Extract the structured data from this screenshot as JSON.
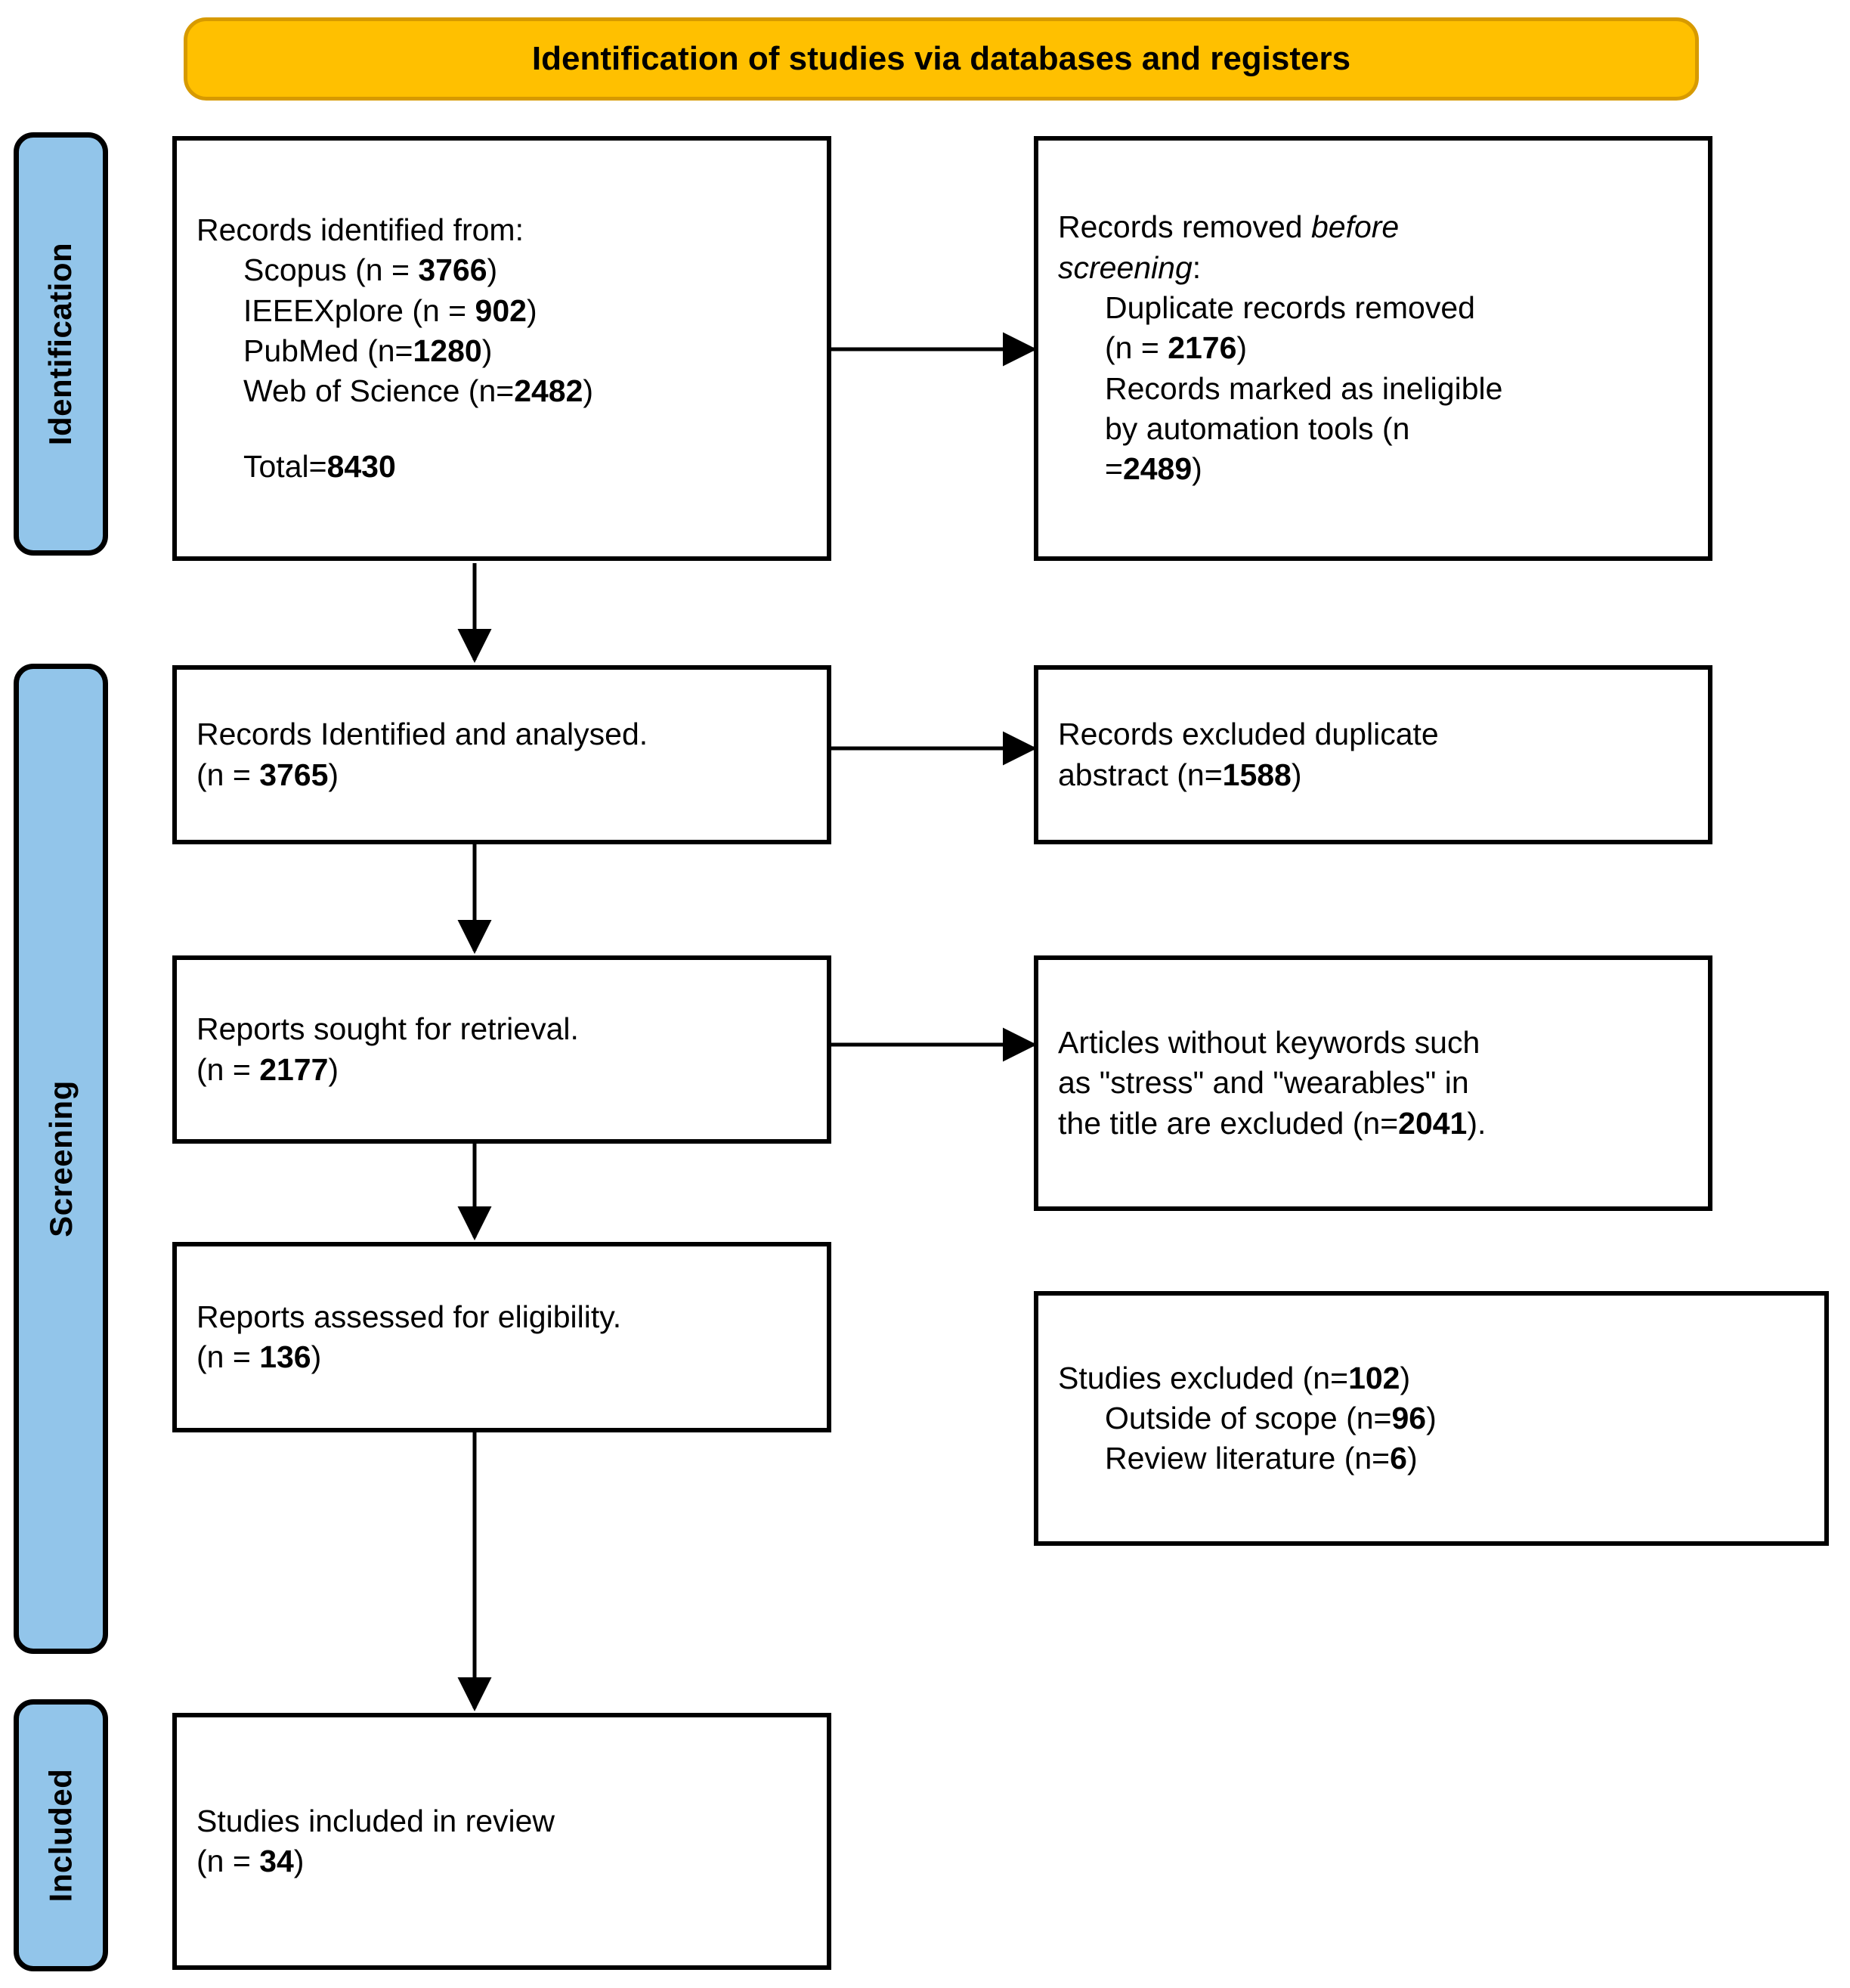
{
  "banner": {
    "title": "Identification of studies via databases and registers"
  },
  "stages": [
    {
      "id": "identification",
      "label": "Identification"
    },
    {
      "id": "screening",
      "label": "Screening"
    },
    {
      "id": "included",
      "label": "Included"
    }
  ],
  "boxes": {
    "records_identified": {
      "name": "records-identified-box",
      "lines": [
        {
          "text": "Records identified from:",
          "indent": false
        },
        {
          "text": "Scopus (n = ",
          "bold": "3766",
          "tail": ")",
          "indent": true
        },
        {
          "text": "IEEEXplore (n = ",
          "bold": "902",
          "tail": ")",
          "indent": true
        },
        {
          "text": "PubMed (n=",
          "bold": "1280",
          "tail": ")",
          "indent": true
        },
        {
          "text": "Web of Science (n=",
          "bold": "2482",
          "tail": ")",
          "indent": true
        },
        {
          "spacer": true
        },
        {
          "text": "Total=",
          "bold": "8430",
          "tail": "",
          "indent": true
        }
      ]
    },
    "records_removed": {
      "name": "records-removed-before-screening-box",
      "lines": [
        {
          "text": "Records removed ",
          "italic": "before",
          "indent": false
        },
        {
          "italic": "screening",
          "tail": ":",
          "indent": false
        },
        {
          "text": "Duplicate records removed",
          "indent": true
        },
        {
          "text": "(n = ",
          "bold": "2176",
          "tail": ")",
          "indent": true
        },
        {
          "text": "Records marked as ineligible",
          "indent": true
        },
        {
          "text": "by automation tools (n",
          "indent": true
        },
        {
          "text": "=",
          "bold": "2489",
          "tail": ")",
          "indent": true
        }
      ]
    },
    "records_analysed": {
      "name": "records-identified-and-analysed-box",
      "lines": [
        {
          "text": "Records Identified and analysed.",
          "indent": false
        },
        {
          "text": "(n = ",
          "bold": "3765",
          "tail": ")",
          "indent": false
        }
      ]
    },
    "records_excluded_duplicate": {
      "name": "records-excluded-duplicate-abstract-box",
      "lines": [
        {
          "text": "Records excluded duplicate",
          "indent": false
        },
        {
          "text": "abstract (n=",
          "bold": "1588",
          "tail": ")",
          "indent": false
        }
      ]
    },
    "reports_sought": {
      "name": "reports-sought-for-retrieval-box",
      "lines": [
        {
          "text": "Reports sought for retrieval.",
          "indent": false
        },
        {
          "text": "(n = ",
          "bold": "2177",
          "tail": ")",
          "indent": false
        }
      ]
    },
    "articles_without_keywords": {
      "name": "articles-without-keywords-excluded-box",
      "lines": [
        {
          "text": "Articles without keywords such",
          "indent": false
        },
        {
          "text": "as \"stress\" and \"wearables\" in",
          "indent": false
        },
        {
          "text": "the title are excluded (n=",
          "bold": "2041",
          "tail": ").",
          "indent": false
        }
      ]
    },
    "reports_assessed": {
      "name": "reports-assessed-for-eligibility-box",
      "lines": [
        {
          "text": "Reports assessed for eligibility.",
          "indent": false
        },
        {
          "text": "(n = ",
          "bold": "136",
          "tail": ")",
          "indent": false
        }
      ]
    },
    "studies_excluded": {
      "name": "studies-excluded-box",
      "lines": [
        {
          "text": "Studies excluded (n=",
          "bold": "102",
          "tail": ")",
          "indent": false
        },
        {
          "text": "Outside of scope (n=",
          "bold": "96",
          "tail": ")",
          "indent": true
        },
        {
          "text": "Review literature (n=",
          "bold": "6",
          "tail": ")",
          "indent": true
        }
      ]
    },
    "studies_included": {
      "name": "studies-included-in-review-box",
      "lines": [
        {
          "text": "Studies included in review",
          "indent": false
        },
        {
          "text": "(n = ",
          "bold": "34",
          "tail": ")",
          "indent": false
        }
      ]
    }
  },
  "colors": {
    "banner_fill": "#FFC000",
    "banner_border": "#D79A00",
    "stage_fill": "#92C5EA",
    "box_border": "#000000",
    "connector": "#000000"
  },
  "chart_data": {
    "type": "diagram",
    "title": "Identification of studies via databases and registers",
    "nodes": [
      {
        "id": "records_identified",
        "stage": "Identification",
        "column": "main",
        "total": 8430,
        "sources": [
          {
            "name": "Scopus",
            "n": 3766
          },
          {
            "name": "IEEEXplore",
            "n": 902
          },
          {
            "name": "PubMed",
            "n": 1280
          },
          {
            "name": "Web of Science",
            "n": 2482
          }
        ]
      },
      {
        "id": "records_removed",
        "stage": "Identification",
        "column": "side",
        "items": [
          {
            "name": "Duplicate records removed",
            "n": 2176
          },
          {
            "name": "Records marked as ineligible by automation tools",
            "n": 2489
          }
        ]
      },
      {
        "id": "records_analysed",
        "stage": "Screening",
        "column": "main",
        "n": 3765
      },
      {
        "id": "records_excluded_duplicate",
        "stage": "Screening",
        "column": "side",
        "n": 1588
      },
      {
        "id": "reports_sought",
        "stage": "Screening",
        "column": "main",
        "n": 2177
      },
      {
        "id": "articles_without_keywords",
        "stage": "Screening",
        "column": "side",
        "n": 2041
      },
      {
        "id": "reports_assessed",
        "stage": "Screening",
        "column": "main",
        "n": 136
      },
      {
        "id": "studies_excluded",
        "stage": "Screening",
        "column": "side",
        "n": 102,
        "items": [
          {
            "name": "Outside of scope",
            "n": 96
          },
          {
            "name": "Review literature",
            "n": 6
          }
        ]
      },
      {
        "id": "studies_included",
        "stage": "Included",
        "column": "main",
        "n": 34
      }
    ],
    "edges": [
      {
        "from": "records_identified",
        "to": "records_removed",
        "direction": "right"
      },
      {
        "from": "records_identified",
        "to": "records_analysed",
        "direction": "down"
      },
      {
        "from": "records_analysed",
        "to": "records_excluded_duplicate",
        "direction": "right"
      },
      {
        "from": "records_analysed",
        "to": "reports_sought",
        "direction": "down"
      },
      {
        "from": "reports_sought",
        "to": "articles_without_keywords",
        "direction": "right"
      },
      {
        "from": "reports_sought",
        "to": "reports_assessed",
        "direction": "down"
      },
      {
        "from": "reports_assessed",
        "to": "studies_included",
        "direction": "down"
      }
    ]
  }
}
